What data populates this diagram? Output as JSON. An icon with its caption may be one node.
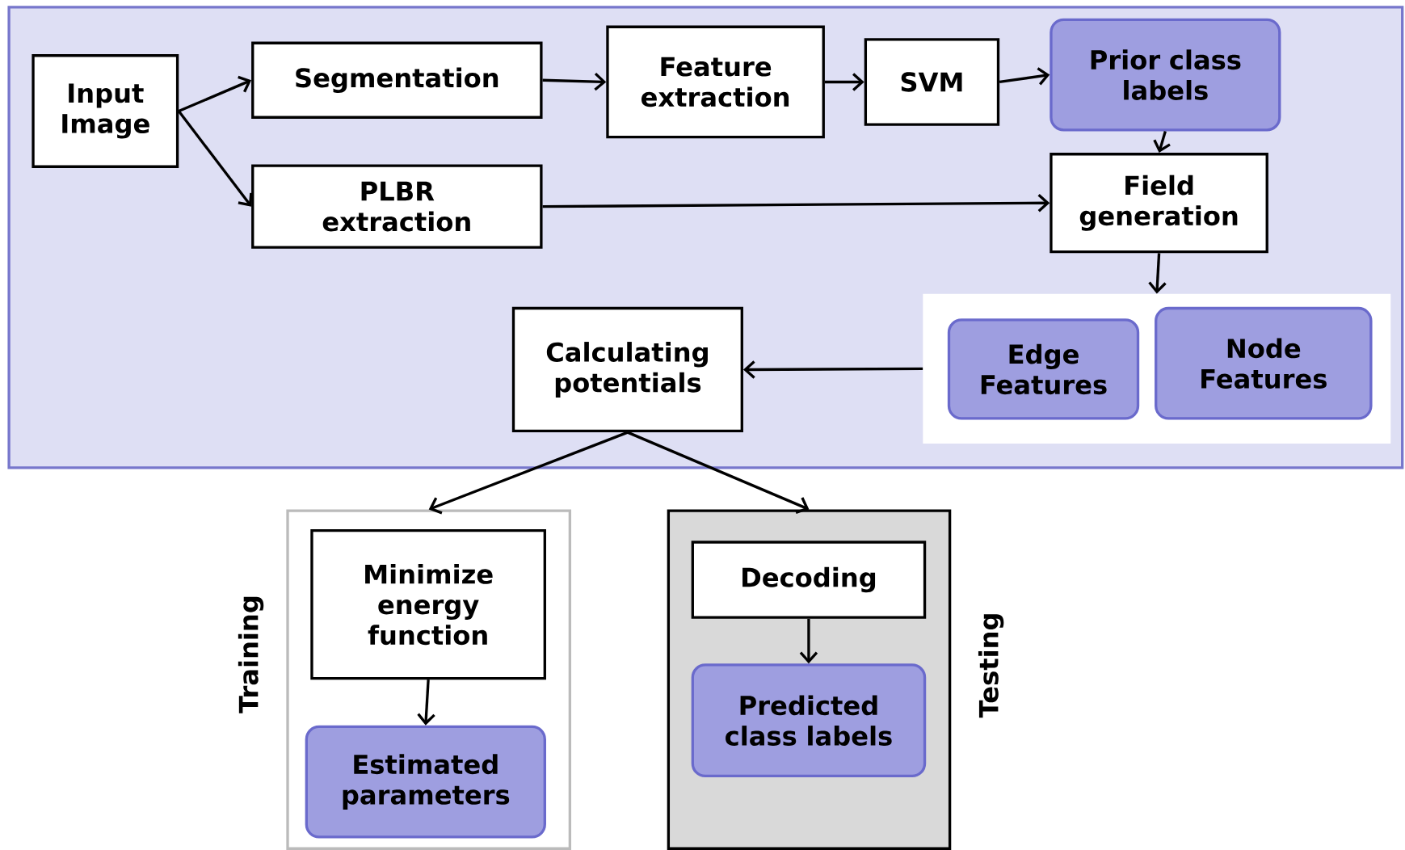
{
  "diagram": {
    "nodes": [
      {
        "text": [],
        "shape": "box"
      },
      {
        "text": [
          "Input Image"
        ],
        "in": 0
      },
      {
        "text": [
          "Segmentation"
        ],
        "in": 0
      },
      {
        "text": [
          "Feature extraction"
        ],
        "in": 0
      },
      {
        "text": [
          "SVM"
        ],
        "in": 0
      },
      {
        "text": [
          "Prior class labels"
        ],
        "in": 0
      },
      {
        "text": [
          "PLBR extraction"
        ],
        "in": 0
      },
      {
        "text": [
          "Field generation"
        ],
        "in": 0
      },
      {
        "text": [],
        "shape": "box",
        "in": 0
      },
      {
        "text": [
          "Edge Features"
        ],
        "in": 8
      },
      {
        "text": [
          "Node Features"
        ],
        "in": 8
      },
      {
        "text": [
          "Calculating potentials"
        ],
        "in": 0
      },
      {
        "text": [
          "Training"
        ]
      },
      {
        "text": [
          "Minimize energy function"
        ],
        "in": 12
      },
      {
        "text": [
          "Estimated parameters"
        ],
        "in": 12
      },
      {
        "text": [
          "Testing"
        ]
      },
      {
        "text": [
          "Decoding"
        ],
        "in": 15
      },
      {
        "text": [
          "Predicted class labels"
        ],
        "in": 15
      }
    ],
    "edges": [
      {
        "from": 1,
        "to": 2,
        "arrow": "to"
      },
      {
        "from": 1,
        "to": 6,
        "arrow": "to"
      },
      {
        "from": 2,
        "to": 3,
        "arrow": "to"
      },
      {
        "from": 3,
        "to": 4,
        "arrow": "to"
      },
      {
        "from": 4,
        "to": 5,
        "arrow": "to"
      },
      {
        "from": 5,
        "to": 7,
        "arrow": "to"
      },
      {
        "from": 6,
        "to": 7,
        "arrow": "to"
      },
      {
        "from": 7,
        "to": 8,
        "arrow": "to"
      },
      {
        "from": 8,
        "to": 11,
        "arrow": "to"
      },
      {
        "from": 11,
        "to": 12,
        "arrow": "to"
      },
      {
        "from": 11,
        "to": 15,
        "arrow": "to"
      },
      {
        "from": 13,
        "to": 14,
        "arrow": "to"
      },
      {
        "from": 16,
        "to": 17,
        "arrow": "to"
      }
    ]
  }
}
